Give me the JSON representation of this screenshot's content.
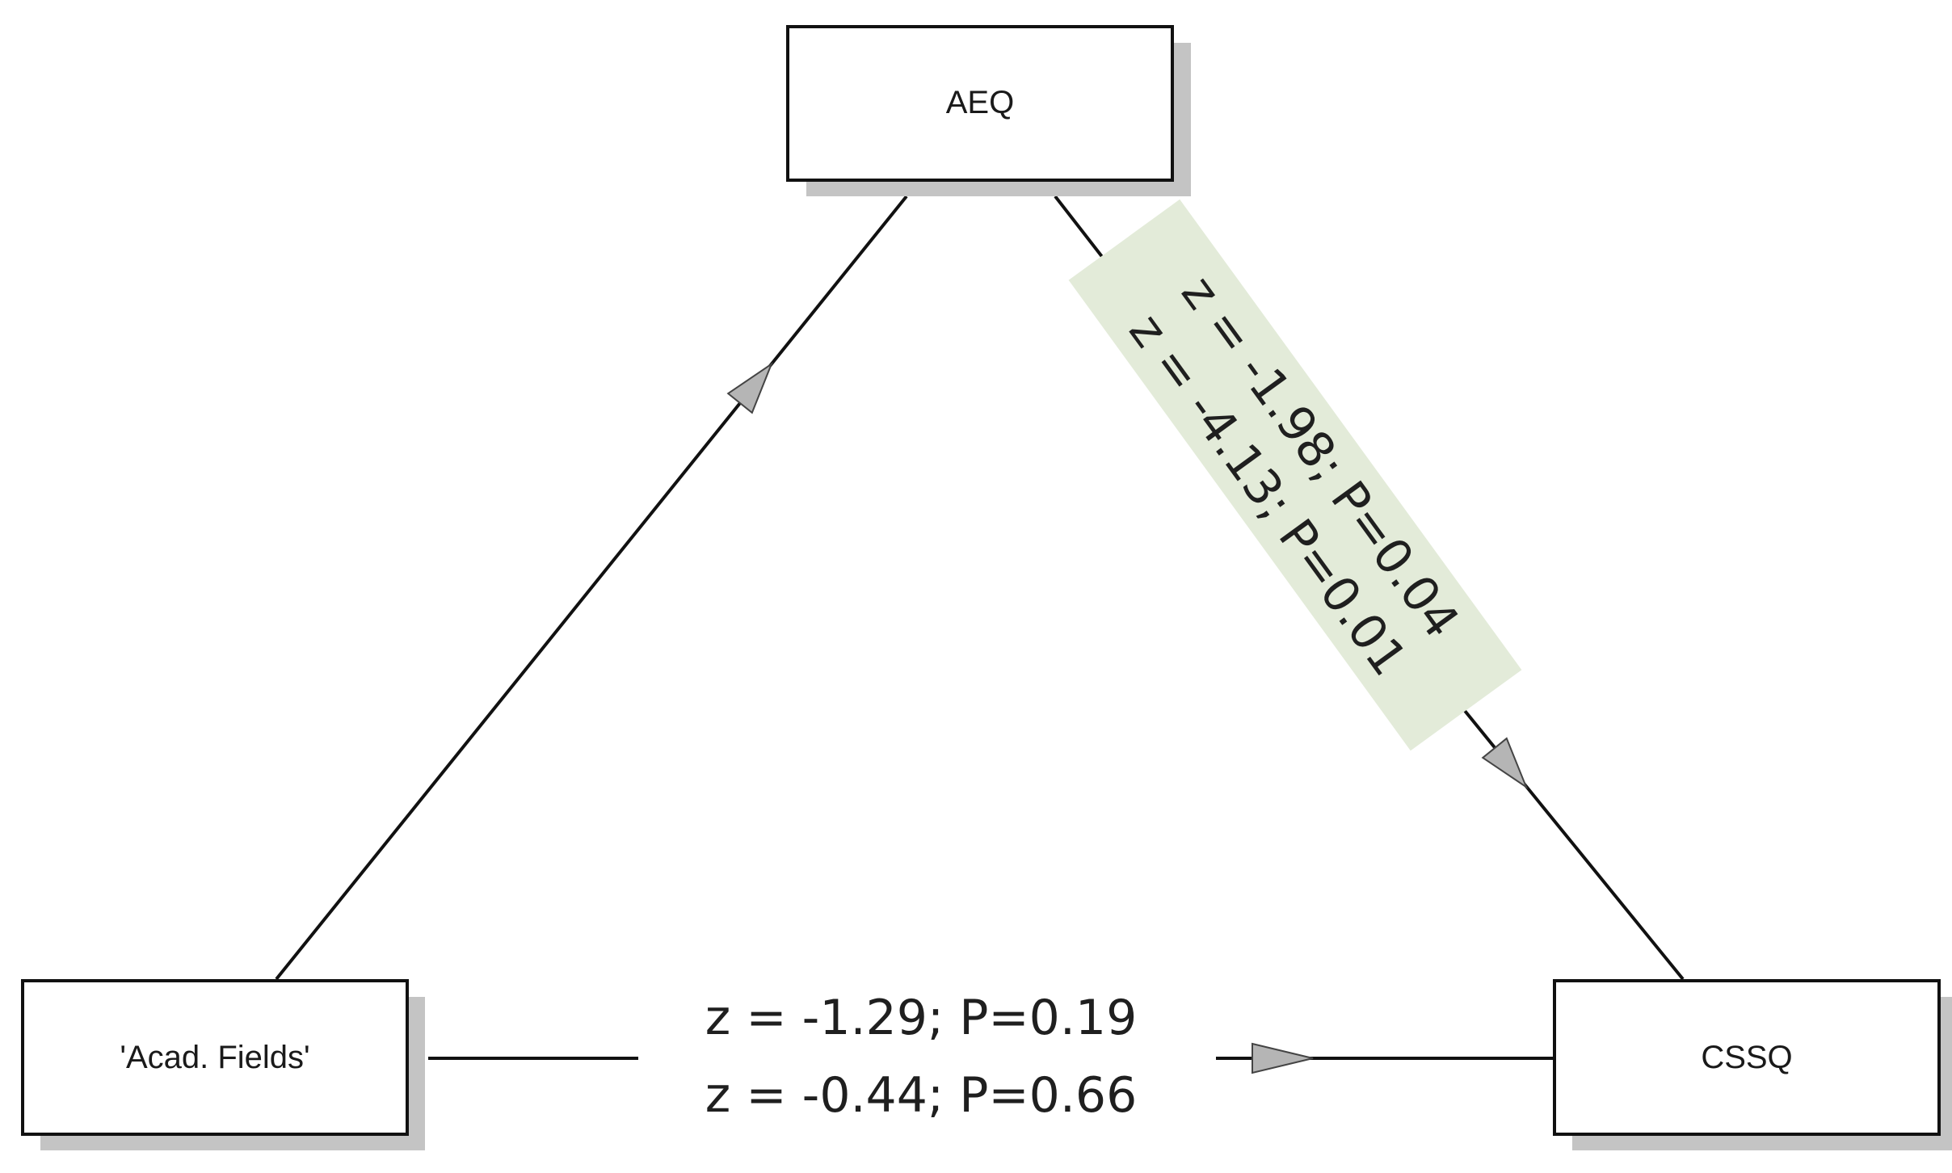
{
  "nodes": {
    "aeq": {
      "label": "AEQ"
    },
    "acad_fields": {
      "label": "'Acad. Fields'"
    },
    "cssq": {
      "label": "CSSQ"
    }
  },
  "edges": {
    "aeq_to_cssq": {
      "line1": "z = -1.98; P=0.04",
      "line2": "z = -4.13; P=0.01",
      "highlight_color": "#e3ebd9"
    },
    "acad_to_cssq": {
      "line1": "z = -1.29; P=0.19",
      "line2": "z = -0.44; P=0.66"
    }
  }
}
